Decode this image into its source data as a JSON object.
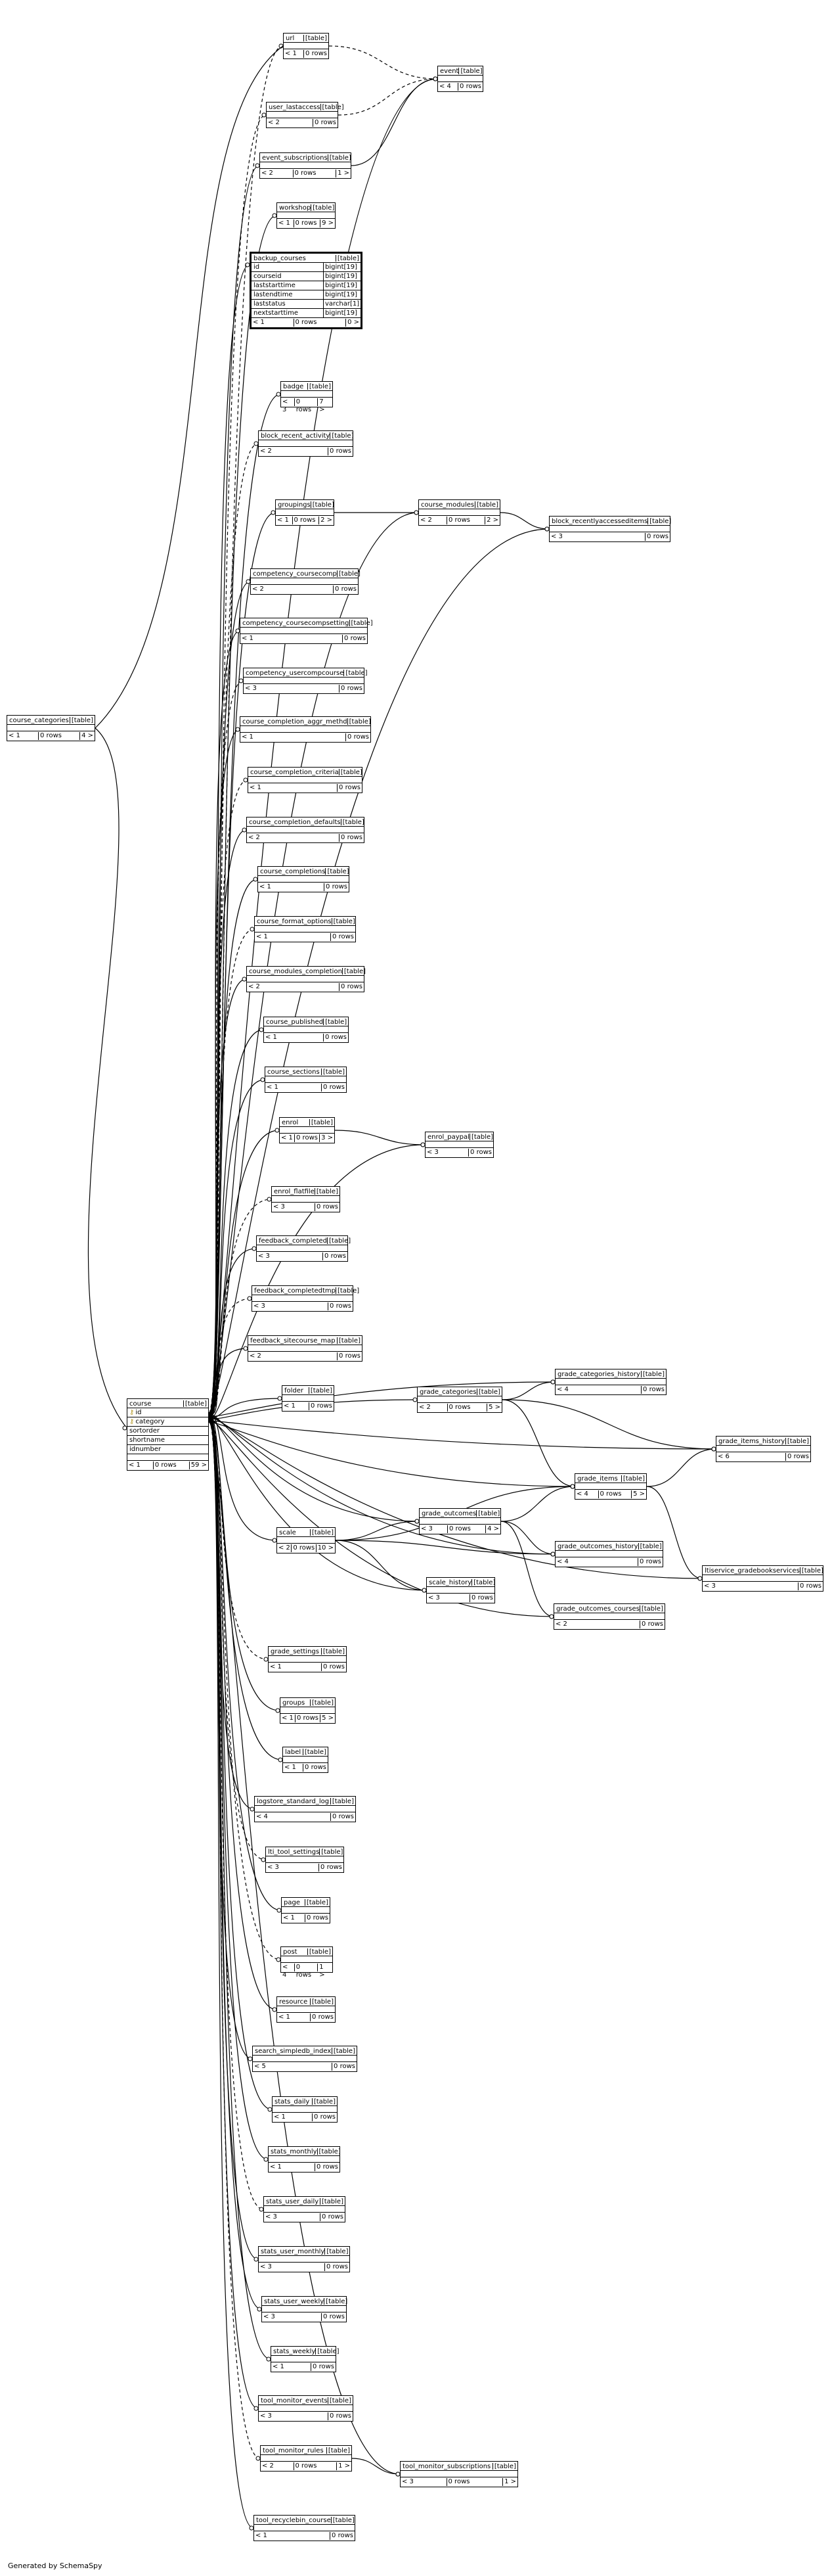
{
  "credit": "Generated by SchemaSpy",
  "tag": "[table]",
  "rows_suffix": "0 rows",
  "focus_table": {
    "name": "course",
    "columns": [
      {
        "name": "id",
        "key": true
      },
      {
        "name": "category",
        "key": true
      },
      {
        "name": "sortorder",
        "key": false
      },
      {
        "name": "shortname",
        "key": false
      },
      {
        "name": "idnumber",
        "key": false
      }
    ],
    "footer": [
      "< 1",
      "0 rows",
      "59 >"
    ]
  },
  "backup_courses": {
    "name": "backup_courses",
    "columns": [
      {
        "name": "id",
        "type": "bigint[19]"
      },
      {
        "name": "courseid",
        "type": "bigint[19]"
      },
      {
        "name": "laststarttime",
        "type": "bigint[19]"
      },
      {
        "name": "lastendtime",
        "type": "bigint[19]"
      },
      {
        "name": "laststatus",
        "type": "varchar[1]"
      },
      {
        "name": "nextstarttime",
        "type": "bigint[19]"
      }
    ],
    "footer": [
      "< 1",
      "0 rows",
      "0 >"
    ]
  },
  "tables": [
    {
      "name": "url",
      "footer": [
        "< 1",
        "0 rows"
      ]
    },
    {
      "name": "event",
      "footer": [
        "< 4",
        "0 rows"
      ]
    },
    {
      "name": "user_lastaccess",
      "footer": [
        "< 2",
        "0 rows"
      ]
    },
    {
      "name": "event_subscriptions",
      "footer": [
        "< 2",
        "0 rows",
        "1 >"
      ]
    },
    {
      "name": "workshop",
      "footer": [
        "< 1",
        "0 rows",
        "9 >"
      ]
    },
    {
      "name": "badge",
      "footer": [
        "< 3",
        "0 rows",
        "7 >"
      ]
    },
    {
      "name": "block_recent_activity",
      "footer": [
        "< 2",
        "0 rows"
      ]
    },
    {
      "name": "groupings",
      "footer": [
        "< 1",
        "0 rows",
        "2 >"
      ]
    },
    {
      "name": "course_modules",
      "footer": [
        "< 2",
        "0 rows",
        "2 >"
      ]
    },
    {
      "name": "block_recentlyaccesseditems",
      "footer": [
        "< 3",
        "0 rows"
      ]
    },
    {
      "name": "competency_coursecomp",
      "footer": [
        "< 2",
        "0 rows"
      ]
    },
    {
      "name": "competency_coursecompsetting",
      "footer": [
        "< 1",
        "0 rows"
      ]
    },
    {
      "name": "competency_usercompcourse",
      "footer": [
        "< 3",
        "0 rows"
      ]
    },
    {
      "name": "course_categories",
      "footer": [
        "< 1",
        "0 rows",
        "4 >"
      ]
    },
    {
      "name": "course_completion_aggr_methd",
      "footer": [
        "< 1",
        "0 rows"
      ]
    },
    {
      "name": "course_completion_criteria",
      "footer": [
        "< 1",
        "0 rows"
      ]
    },
    {
      "name": "course_completion_defaults",
      "footer": [
        "< 2",
        "0 rows"
      ]
    },
    {
      "name": "course_completions",
      "footer": [
        "< 1",
        "0 rows"
      ]
    },
    {
      "name": "course_format_options",
      "footer": [
        "< 1",
        "0 rows"
      ]
    },
    {
      "name": "course_modules_completion",
      "footer": [
        "< 2",
        "0 rows"
      ]
    },
    {
      "name": "course_published",
      "footer": [
        "< 1",
        "0 rows"
      ]
    },
    {
      "name": "course_sections",
      "footer": [
        "< 1",
        "0 rows"
      ]
    },
    {
      "name": "enrol",
      "footer": [
        "< 1",
        "0 rows",
        "3 >"
      ]
    },
    {
      "name": "enrol_paypal",
      "footer": [
        "< 3",
        "0 rows"
      ]
    },
    {
      "name": "enrol_flatfile",
      "footer": [
        "< 3",
        "0 rows"
      ]
    },
    {
      "name": "feedback_completed",
      "footer": [
        "< 3",
        "0 rows"
      ]
    },
    {
      "name": "feedback_completedtmp",
      "footer": [
        "< 3",
        "0 rows"
      ]
    },
    {
      "name": "feedback_sitecourse_map",
      "footer": [
        "< 2",
        "0 rows"
      ]
    },
    {
      "name": "grade_categories_history",
      "footer": [
        "< 4",
        "0 rows"
      ]
    },
    {
      "name": "folder",
      "footer": [
        "< 1",
        "0 rows"
      ]
    },
    {
      "name": "grade_categories",
      "footer": [
        "< 2",
        "0 rows",
        "5 >"
      ]
    },
    {
      "name": "grade_items_history",
      "footer": [
        "< 6",
        "0 rows"
      ]
    },
    {
      "name": "grade_items",
      "footer": [
        "< 4",
        "0 rows",
        "5 >"
      ]
    },
    {
      "name": "scale",
      "footer": [
        "< 2",
        "0 rows",
        "10 >"
      ]
    },
    {
      "name": "grade_outcomes",
      "footer": [
        "< 3",
        "0 rows",
        "4 >"
      ]
    },
    {
      "name": "grade_outcomes_history",
      "footer": [
        "< 4",
        "0 rows"
      ]
    },
    {
      "name": "ltiservice_gradebookservices",
      "footer": [
        "< 3",
        "0 rows"
      ]
    },
    {
      "name": "scale_history",
      "footer": [
        "< 3",
        "0 rows"
      ]
    },
    {
      "name": "grade_outcomes_courses",
      "footer": [
        "< 2",
        "0 rows"
      ]
    },
    {
      "name": "grade_settings",
      "footer": [
        "< 1",
        "0 rows"
      ]
    },
    {
      "name": "groups",
      "footer": [
        "< 1",
        "0 rows",
        "5 >"
      ]
    },
    {
      "name": "label",
      "footer": [
        "< 1",
        "0 rows"
      ]
    },
    {
      "name": "logstore_standard_log",
      "footer": [
        "< 4",
        "0 rows"
      ]
    },
    {
      "name": "lti_tool_settings",
      "footer": [
        "< 3",
        "0 rows"
      ]
    },
    {
      "name": "page",
      "footer": [
        "< 1",
        "0 rows"
      ]
    },
    {
      "name": "post",
      "footer": [
        "< 4",
        "0 rows",
        "1 >"
      ]
    },
    {
      "name": "resource",
      "footer": [
        "< 1",
        "0 rows"
      ]
    },
    {
      "name": "search_simpledb_index",
      "footer": [
        "< 5",
        "0 rows"
      ]
    },
    {
      "name": "stats_daily",
      "footer": [
        "< 1",
        "0 rows"
      ]
    },
    {
      "name": "stats_monthly",
      "footer": [
        "< 1",
        "0 rows"
      ]
    },
    {
      "name": "stats_user_daily",
      "footer": [
        "< 3",
        "0 rows"
      ]
    },
    {
      "name": "stats_user_monthly",
      "footer": [
        "< 3",
        "0 rows"
      ]
    },
    {
      "name": "stats_user_weekly",
      "footer": [
        "< 3",
        "0 rows"
      ]
    },
    {
      "name": "stats_weekly",
      "footer": [
        "< 1",
        "0 rows"
      ]
    },
    {
      "name": "tool_monitor_events",
      "footer": [
        "< 3",
        "0 rows"
      ]
    },
    {
      "name": "tool_monitor_rules",
      "footer": [
        "< 2",
        "0 rows",
        "1 >"
      ]
    },
    {
      "name": "tool_monitor_subscriptions",
      "footer": [
        "< 3",
        "0 rows",
        "1 >"
      ]
    },
    {
      "name": "tool_recyclebin_course",
      "footer": [
        "< 1",
        "0 rows"
      ]
    }
  ]
}
